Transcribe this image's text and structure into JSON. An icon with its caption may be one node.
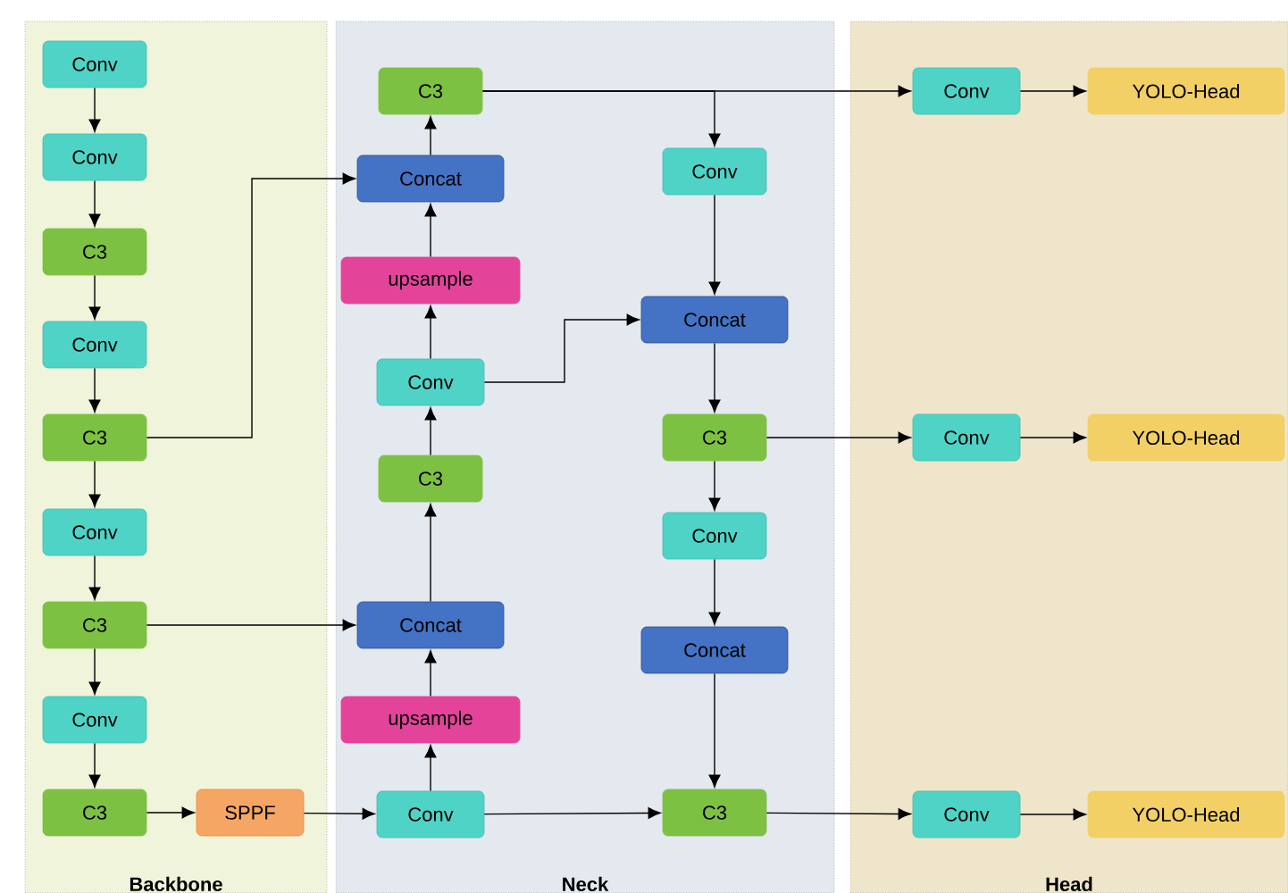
{
  "diagram": {
    "nodes": [
      {
        "text": [
          "Backbone"
        ]
      },
      {
        "text": [
          "Neck"
        ]
      },
      {
        "text": [
          "Head"
        ]
      },
      {
        "text": [
          "Conv"
        ],
        "in": 0
      },
      {
        "text": [
          "Conv"
        ],
        "in": 0
      },
      {
        "text": [
          "C3"
        ],
        "in": 0
      },
      {
        "text": [
          "Conv"
        ],
        "in": 0
      },
      {
        "text": [
          "C3"
        ],
        "in": 0
      },
      {
        "text": [
          "Conv"
        ],
        "in": 0
      },
      {
        "text": [
          "C3"
        ],
        "in": 0
      },
      {
        "text": [
          "Conv"
        ],
        "in": 0
      },
      {
        "text": [
          "C3"
        ],
        "in": 0
      },
      {
        "text": [
          "SPPF"
        ],
        "in": 0
      },
      {
        "text": [
          "C3"
        ],
        "in": 1
      },
      {
        "text": [
          "Concat"
        ],
        "in": 1
      },
      {
        "text": [
          "upsample"
        ],
        "in": 1
      },
      {
        "text": [
          "Conv"
        ],
        "in": 1
      },
      {
        "text": [
          "C3"
        ],
        "in": 1
      },
      {
        "text": [
          "Concat"
        ],
        "in": 1
      },
      {
        "text": [
          "upsample"
        ],
        "in": 1
      },
      {
        "text": [
          "Conv"
        ],
        "in": 1
      },
      {
        "text": [
          "Conv"
        ],
        "in": 1
      },
      {
        "text": [
          "Concat"
        ],
        "in": 1
      },
      {
        "text": [
          "C3"
        ],
        "in": 1
      },
      {
        "text": [
          "Conv"
        ],
        "in": 1
      },
      {
        "text": [
          "Concat"
        ],
        "in": 1
      },
      {
        "text": [
          "C3"
        ],
        "in": 1
      },
      {
        "text": [
          "Conv"
        ],
        "in": 2
      },
      {
        "text": [
          "YOLO-Head"
        ],
        "in": 2
      },
      {
        "text": [
          "Conv"
        ],
        "in": 2
      },
      {
        "text": [
          "YOLO-Head"
        ],
        "in": 2
      },
      {
        "text": [
          "Conv"
        ],
        "in": 2
      },
      {
        "text": [
          "YOLO-Head"
        ],
        "in": 2
      }
    ],
    "edges": [
      {
        "from": 3,
        "to": 4,
        "arrow": "to"
      },
      {
        "from": 4,
        "to": 5,
        "arrow": "to"
      },
      {
        "from": 5,
        "to": 6,
        "arrow": "to"
      },
      {
        "from": 6,
        "to": 7,
        "arrow": "to"
      },
      {
        "from": 7,
        "to": 8,
        "arrow": "to"
      },
      {
        "from": 8,
        "to": 9,
        "arrow": "to"
      },
      {
        "from": 9,
        "to": 10,
        "arrow": "to"
      },
      {
        "from": 10,
        "to": 11,
        "arrow": "to"
      },
      {
        "from": 11,
        "to": 12,
        "arrow": "to"
      },
      {
        "from": 12,
        "to": 20,
        "arrow": "to"
      },
      {
        "from": 7,
        "to": 14,
        "arrow": "to"
      },
      {
        "from": 9,
        "to": 18,
        "arrow": "to"
      },
      {
        "from": 20,
        "to": 19,
        "arrow": "to"
      },
      {
        "from": 19,
        "to": 18,
        "arrow": "to"
      },
      {
        "from": 18,
        "to": 17,
        "arrow": "to"
      },
      {
        "from": 17,
        "to": 16,
        "arrow": "to"
      },
      {
        "from": 16,
        "to": 15,
        "arrow": "to"
      },
      {
        "from": 15,
        "to": 14,
        "arrow": "to"
      },
      {
        "from": 14,
        "to": 13,
        "arrow": "to"
      },
      {
        "from": 13,
        "to": 27,
        "arrow": "to"
      },
      {
        "from": 13,
        "to": 21,
        "arrow": "to"
      },
      {
        "from": 21,
        "to": 22,
        "arrow": "to"
      },
      {
        "from": 16,
        "to": 22,
        "arrow": "to"
      },
      {
        "from": 22,
        "to": 23,
        "arrow": "to"
      },
      {
        "from": 23,
        "to": 29,
        "arrow": "to"
      },
      {
        "from": 23,
        "to": 24,
        "arrow": "to"
      },
      {
        "from": 24,
        "to": 25,
        "arrow": "to"
      },
      {
        "from": 25,
        "to": 26,
        "arrow": "to"
      },
      {
        "from": 20,
        "to": 26,
        "arrow": "to"
      },
      {
        "from": 26,
        "to": 31,
        "arrow": "to"
      },
      {
        "from": 27,
        "to": 28,
        "arrow": "to"
      },
      {
        "from": 29,
        "to": 30,
        "arrow": "to"
      },
      {
        "from": 31,
        "to": 32,
        "arrow": "to"
      }
    ]
  }
}
